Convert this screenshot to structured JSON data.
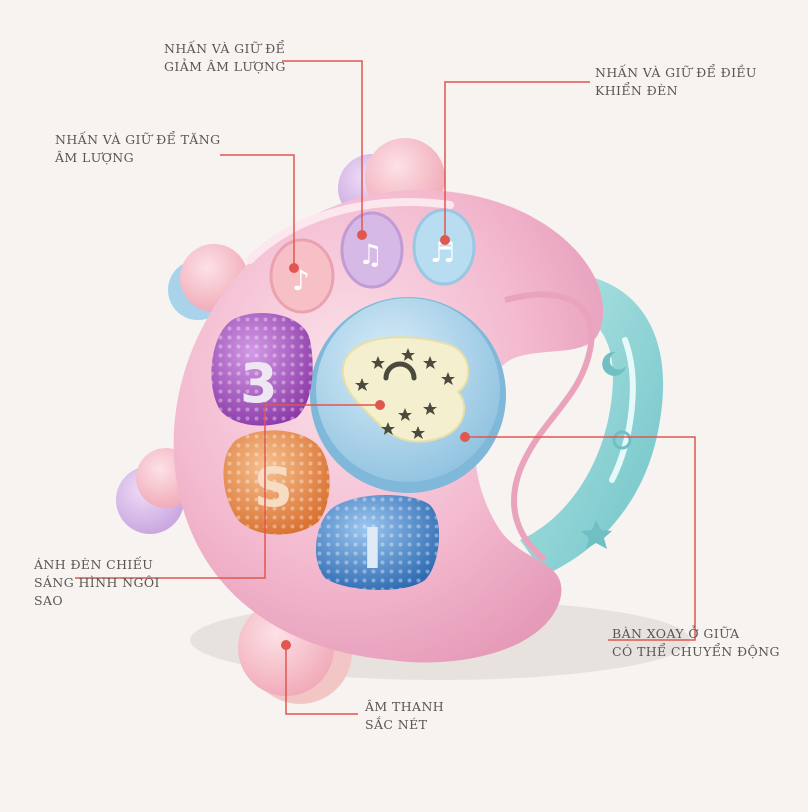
{
  "labels": {
    "volume_down": {
      "line1": "NHẤN VÀ GIỮ ĐỂ",
      "line2": "GIẢM ÂM LƯỢNG"
    },
    "light_control": {
      "line1": "NHẤN VÀ GIỮ ĐỂ ĐIỀU",
      "line2": "KHIỂN ĐÈN"
    },
    "volume_up": {
      "line1": "NHẤN VÀ GIỮ ĐỂ TĂNG",
      "line2": "ÂM LƯỢNG"
    },
    "star_light": {
      "line1": "ÁNH ĐÈN CHIẾU",
      "line2": "SÁNG HÌNH NGÔI",
      "line3": "SAO"
    },
    "rotating_disc": {
      "line1": "BÀN XOAY Ở GIỮA",
      "line2": "CÓ THỂ CHUYỂN ĐỘNG"
    },
    "sound": {
      "line1": "ÂM THANH",
      "line2": "SẮC NÉT"
    }
  },
  "button_glyphs": {
    "key_3": "3",
    "key_s": "S",
    "key_i": "I"
  },
  "colors": {
    "background": "#f6f3f1",
    "body_pink": "#f3b9cf",
    "pointer_red": "#e0574f",
    "label_text": "#5a5552",
    "handle_teal": "#8fd4d6",
    "disc_blue": "#a9d3ea",
    "key_purple": "#a04fbd",
    "key_orange": "#e8894a",
    "key_blue": "#3f7fc4"
  }
}
